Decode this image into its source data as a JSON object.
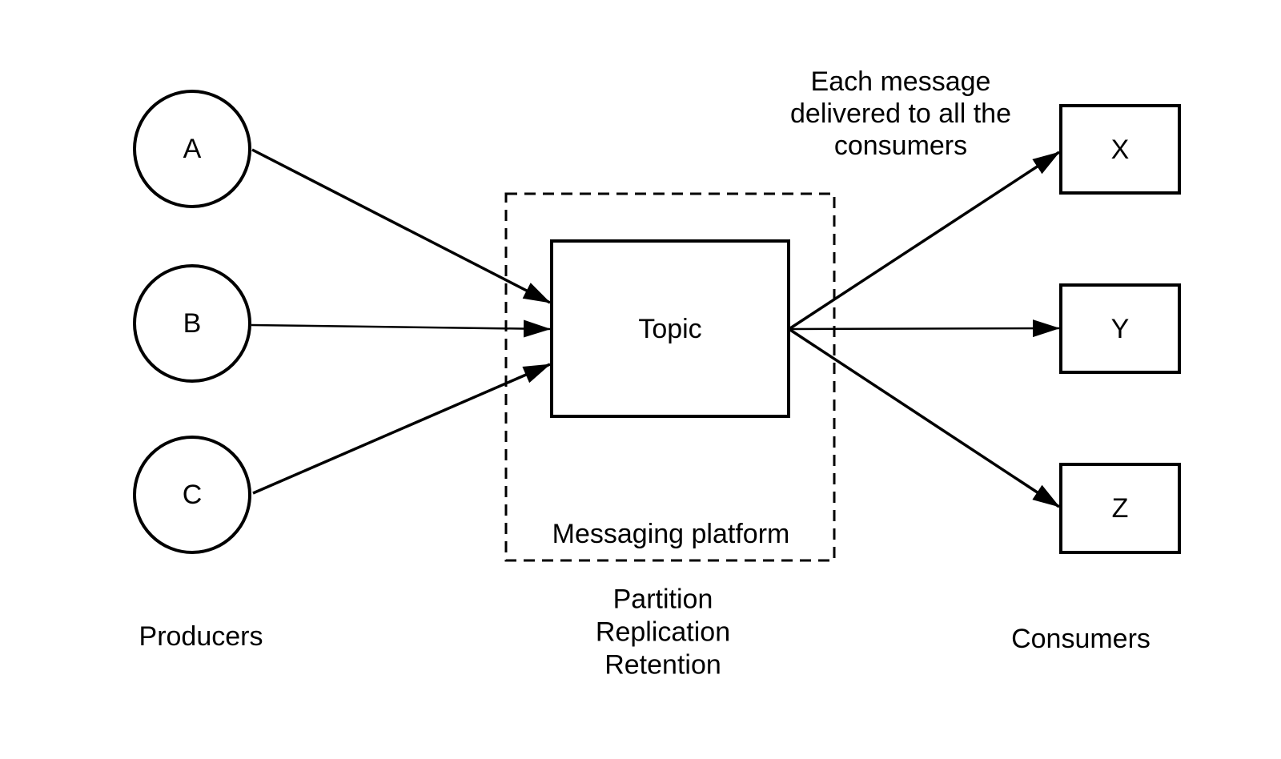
{
  "diagram": {
    "background": "#ffffff",
    "stroke_color": "#000000",
    "text_color": "#000000",
    "producers": {
      "caption": "Producers",
      "nodes": [
        {
          "label": "A"
        },
        {
          "label": "B"
        },
        {
          "label": "C"
        }
      ]
    },
    "platform": {
      "caption": "Messaging platform",
      "topic_label": "Topic",
      "features": "Partition\nReplication\nRetention"
    },
    "consumers": {
      "caption": "Consumers",
      "note": "Each message\ndelivered to all the\nconsumers",
      "nodes": [
        {
          "label": "X"
        },
        {
          "label": "Y"
        },
        {
          "label": "Z"
        }
      ]
    },
    "edges": [
      {
        "from": "A",
        "to": "Topic"
      },
      {
        "from": "B",
        "to": "Topic"
      },
      {
        "from": "C",
        "to": "Topic"
      },
      {
        "from": "Topic",
        "to": "X"
      },
      {
        "from": "Topic",
        "to": "Y"
      },
      {
        "from": "Topic",
        "to": "Z"
      }
    ]
  }
}
